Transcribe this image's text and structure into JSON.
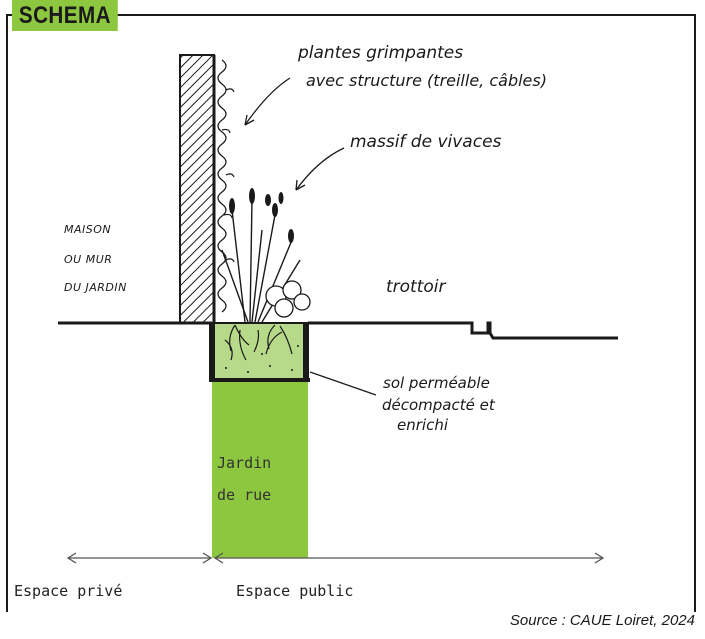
{
  "badge": {
    "label": "SCHEMA"
  },
  "labels": {
    "climbing_plants_line1": "plantes grimpantes",
    "climbing_plants_line2": "avec structure (treille, câbles)",
    "perennials": "massif de vivaces",
    "house_line1": "MAISON",
    "house_line2": "OU MUR",
    "house_line3": "DU JARDIN",
    "sidewalk": "trottoir",
    "soil_line1": "sol perméable",
    "soil_line2": "décompacté et",
    "soil_line3": "enrichi",
    "garden_line1": "Jardin",
    "garden_line2": "de rue",
    "private_space": "Espace privé",
    "public_space": "Espace public"
  },
  "source": "Source : CAUE Loiret, 2024",
  "colors": {
    "green": "#8dc63f",
    "ink": "#1a1a1a"
  }
}
